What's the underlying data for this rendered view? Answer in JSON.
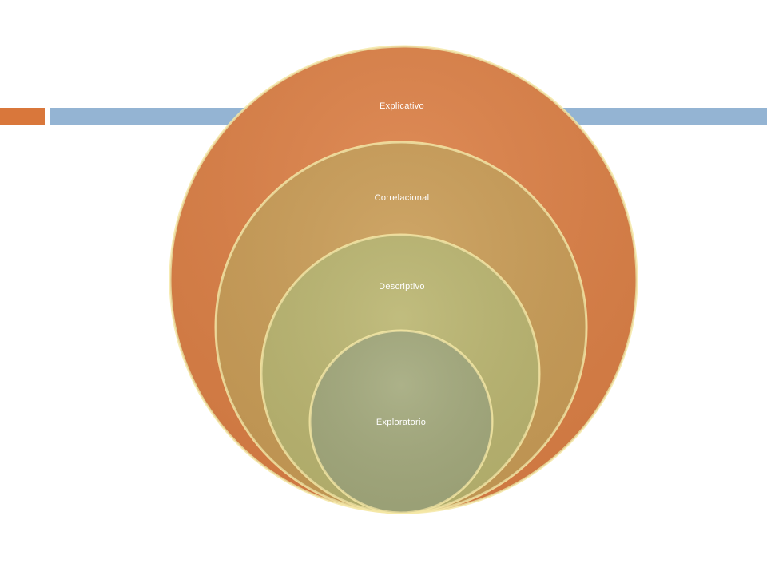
{
  "colors": {
    "accent_orange": "#D9773B",
    "accent_blue": "#94B4D3",
    "ring_explicativo": "#DB7F45",
    "ring_correlacional": "#C99C56",
    "ring_descriptivo": "#BAB570",
    "ring_exploratorio": "#A3A97C",
    "ring_rim": "#F4E7A6",
    "label_color": "#FFFFFF"
  },
  "diagram": {
    "levels": [
      {
        "label": "Explicativo"
      },
      {
        "label": "Correlacional"
      },
      {
        "label": "Descriptivo"
      },
      {
        "label": "Exploratorio"
      }
    ]
  }
}
